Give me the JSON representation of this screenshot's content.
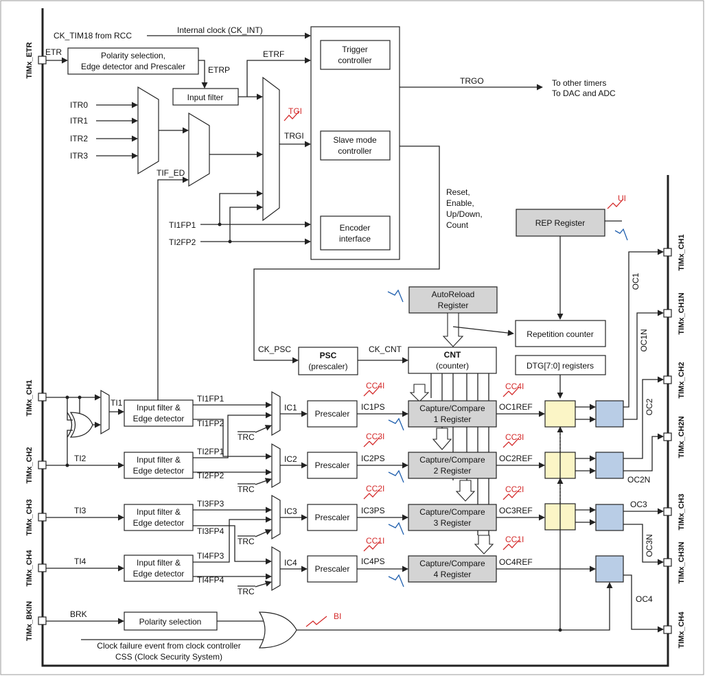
{
  "pins": {
    "etr": "TIMx_ETR",
    "ch1": "TIMx_CH1",
    "ch2": "TIMx_CH2",
    "ch3": "TIMx_CH3",
    "ch4": "TIMx_CH4",
    "bkin": "TIMx_BKIN",
    "out_ch1": "TIMx_CH1",
    "out_ch1n": "TIMx_CH1N",
    "out_ch2": "TIMx_CH2",
    "out_ch2n": "TIMx_CH2N",
    "out_ch3": "TIMx_CH3",
    "out_ch3n": "TIMx_CH3N",
    "out_ch4": "TIMx_CH4"
  },
  "blocks": {
    "polarity_edge_1": "Polarity selection,",
    "polarity_edge_2": "Edge detector and Prescaler",
    "input_filter": "Input filter",
    "trigger_controller_1": "Trigger",
    "trigger_controller_2": "controller",
    "slave_mode_1": "Slave mode",
    "slave_mode_2": "controller",
    "encoder_1": "Encoder",
    "encoder_2": "interface",
    "rep_register": "REP Register",
    "autoreload_1": "AutoReload",
    "autoreload_2": "Register",
    "repetition_counter": "Repetition counter",
    "dtg_registers": "DTG[7:0] registers",
    "psc_1": "PSC",
    "psc_2": "(prescaler)",
    "cnt_1": "CNT",
    "cnt_2": "(counter)",
    "filter_edge_1": "Input filter &",
    "filter_edge_2": "Edge detector",
    "prescaler": "Prescaler",
    "cc1_1": "Capture/Compare",
    "cc1_2": "1 Register",
    "cc2_1": "Capture/Compare",
    "cc2_2": "2 Register",
    "cc3_1": "Capture/Compare",
    "cc3_2": "3 Register",
    "cc4_1": "Capture/Compare",
    "cc4_2": "4 Register",
    "polarity_selection": "Polarity selection"
  },
  "signals": {
    "ck_tim18": "CK_TIM18 from RCC",
    "internal_clock": "Internal clock (CK_INT)",
    "etr": "ETR",
    "etrf": "ETRF",
    "etrp": "ETRP",
    "itr0": "ITR0",
    "itr1": "ITR1",
    "itr2": "ITR2",
    "itr3": "ITR3",
    "tgi": "TGI",
    "trgi": "TRGI",
    "tif_ed": "TIF_ED",
    "ti1fp1_top": "TI1FP1",
    "ti2fp2_top": "TI2FP2",
    "trgo": "TRGO",
    "other_timers": "To other timers",
    "dac_adc": "To DAC and ADC",
    "reset": "Reset,",
    "enable": "Enable,",
    "updown": "Up/Down,",
    "count": "Count",
    "ui": "UI",
    "ck_psc": "CK_PSC",
    "ck_cnt": "CK_CNT",
    "ti1": "TI1",
    "ti2": "TI2",
    "ti3": "TI3",
    "ti4": "TI4",
    "ti1fp1": "TI1FP1",
    "ti1fp2": "TI1FP2",
    "ti2fp1": "TI2FP1",
    "ti2fp2": "TI2FP2",
    "ti3fp3": "TI3FP3",
    "ti3fp4": "TI3FP4",
    "ti4fp3": "TI4FP3",
    "ti4fp4": "TI4FP4",
    "trc": "TRC",
    "ic1": "IC1",
    "ic2": "IC2",
    "ic3": "IC3",
    "ic4": "IC4",
    "ic1ps": "IC1PS",
    "ic2ps": "IC2PS",
    "ic3ps": "IC3PS",
    "ic4ps": "IC4PS",
    "cc1i": "CC1I",
    "cc2i": "CC2I",
    "cc3i": "CC3I",
    "cc4i": "CC4I",
    "oc1ref": "OC1REF",
    "oc2ref": "OC2REF",
    "oc3ref": "OC3REF",
    "oc4ref": "OC4REF",
    "oc1": "OC1",
    "oc1n": "OC1N",
    "oc2": "OC2",
    "oc2n": "OC2N",
    "oc3": "OC3",
    "oc3n": "OC3N",
    "oc4": "OC4",
    "brk": "BRK",
    "bi": "BI",
    "clock_failure": "Clock failure event from clock controller",
    "css": "CSS (Clock Security System)"
  }
}
